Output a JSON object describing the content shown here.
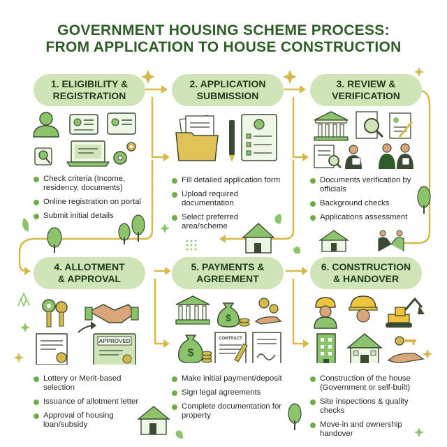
{
  "title": {
    "line1": "GOVERNMENT HOUSING SCHEME PROCESS:",
    "line2": "FROM APPLICATION TO HOUSE CONSTRUCTION"
  },
  "steps": [
    {
      "title_line1": "1. ELIGIBILITY &",
      "title_line2": "REGISTRATION",
      "icons": [
        "user-icon",
        "id-card-icon",
        "id-card-icon",
        "search-profile-icon",
        "laptop-icon",
        "gears-icon"
      ],
      "bullets": [
        "Check criteria (Income, residency, documents)",
        "Online registration on portal",
        "Submit initial details"
      ]
    },
    {
      "title_line1": "2. APPLICATION",
      "title_line2": "SUBMISSION",
      "icons": [
        "folder-icon",
        "pen-icon",
        "checklist-form-icon"
      ],
      "bullets": [
        "Fill detailed application form",
        "Upload required documentation",
        "Select preferred area/scheme"
      ]
    },
    {
      "title_line1": "3. REVIEW &",
      "title_line2": "VERIFICATION",
      "icons": [
        "government-building-icon",
        "magnifier-icon",
        "document-icon",
        "document-search-icon",
        "officials-icon"
      ],
      "bullets": [
        "Documents verification by officials",
        "Background checks",
        "Applications assessment"
      ]
    },
    {
      "title_line1": "4. ALLOTMENT",
      "title_line2": "& APPROVAL",
      "icons": [
        "keys-icon",
        "handshake-icon",
        "arrow-icon",
        "certificate-icon",
        "approved-certificate-icon"
      ],
      "stamp_text": "APPROVED",
      "bullets": [
        "Lottery or Merit-based selection",
        "Issuance of allotment letter",
        "Approval of housing loan/subsidy"
      ]
    },
    {
      "title_line1": "5. PAYMENTS &",
      "title_line2": "AGREEMENT",
      "icons": [
        "bank-icon",
        "money-bag-icon",
        "coin-hand-icon",
        "money-bag-icon",
        "contract-icon",
        "signed-document-icon"
      ],
      "contract_text": "CONTRACT",
      "bullets": [
        "Make initial payment/deposit",
        "Sign legal agreements",
        "Complete documentation for property"
      ]
    },
    {
      "title_line1": "6. CONSTRUCTION",
      "title_line2": "& HANDOVER",
      "icons": [
        "worker-icon",
        "worker-icon",
        "excavator-icon",
        "building-icon",
        "house-icon",
        "key-hand-icon"
      ],
      "bullets": [
        "Construction of the house (Government or self-built)",
        "Site inspections & quality checks",
        "Move-in and ownership handover"
      ]
    }
  ],
  "colors": {
    "title": "#2f5d27",
    "pill": "#cfe5b8",
    "bullet": "#6fae47",
    "flow_line": "#d6b94a",
    "icon_green": "#8cc46b",
    "icon_dark": "#3c4a34"
  }
}
